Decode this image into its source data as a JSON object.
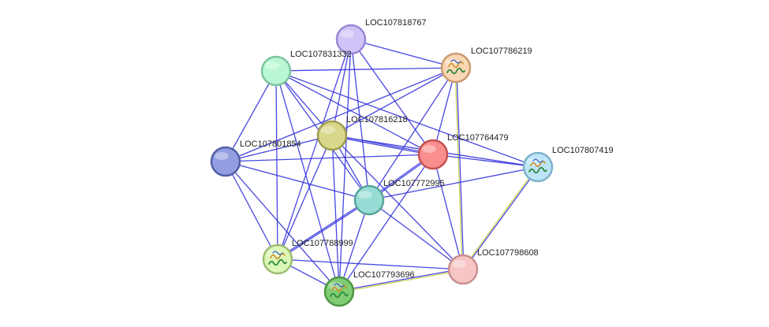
{
  "network": {
    "nodes": [
      {
        "id": "n818767",
        "label": "LOC107818767",
        "fill": "#cfc3f7",
        "stroke": "#9a87d6",
        "icon": "none"
      },
      {
        "id": "n831",
        "label": "LOC107831332",
        "fill": "#b9f7d4",
        "stroke": "#7dc49c",
        "icon": "none"
      },
      {
        "id": "n786219",
        "label": "LOC107786219",
        "fill": "#f9d6b4",
        "stroke": "#c99b6f",
        "icon": "protein-structure-icon"
      },
      {
        "id": "n816218",
        "label": "LOC107816218",
        "fill": "#d8d78a",
        "stroke": "#9e9c50",
        "icon": "none"
      },
      {
        "id": "n801854",
        "label": "LOC107801854",
        "fill": "#939ee0",
        "stroke": "#525fa6",
        "icon": "none"
      },
      {
        "id": "n764479",
        "label": "LOC107764479",
        "fill": "#f98e8e",
        "stroke": "#c45050",
        "icon": "none"
      },
      {
        "id": "n807419",
        "label": "LOC107807419",
        "fill": "#bde5f7",
        "stroke": "#7fb1cb",
        "icon": "protein-structure-icon"
      },
      {
        "id": "n772995",
        "label": "LOC107772995",
        "fill": "#97ddd5",
        "stroke": "#5aa59b",
        "icon": "none"
      },
      {
        "id": "n788999",
        "label": "LOC107788999",
        "fill": "#dcf7b8",
        "stroke": "#9dbd73",
        "icon": "protein-structure-icon"
      },
      {
        "id": "n798608",
        "label": "LOC107798608",
        "fill": "#f7c5c5",
        "stroke": "#c98f8f",
        "icon": "none"
      },
      {
        "id": "n793696",
        "label": "LOC107793696",
        "fill": "#7fcc72",
        "stroke": "#4f9644",
        "icon": "protein-structure-icon"
      }
    ],
    "edges": [
      {
        "from": "n818767",
        "to": "n786219",
        "colors": [
          "#3333dd"
        ]
      },
      {
        "from": "n818767",
        "to": "n816218",
        "colors": [
          "#3333dd"
        ]
      },
      {
        "from": "n818767",
        "to": "n772995",
        "colors": [
          "#3333dd"
        ]
      },
      {
        "from": "n818767",
        "to": "n788999",
        "colors": [
          "#3333dd"
        ]
      },
      {
        "from": "n818767",
        "to": "n793696",
        "colors": [
          "#3333dd"
        ]
      },
      {
        "from": "n818767",
        "to": "n764479",
        "colors": [
          "#3333dd"
        ]
      },
      {
        "from": "n831",
        "to": "n786219",
        "colors": [
          "#3333dd"
        ]
      },
      {
        "from": "n831",
        "to": "n816218",
        "colors": [
          "#3333dd"
        ]
      },
      {
        "from": "n831",
        "to": "n801854",
        "colors": [
          "#3333dd"
        ]
      },
      {
        "from": "n831",
        "to": "n764479",
        "colors": [
          "#3333dd"
        ]
      },
      {
        "from": "n831",
        "to": "n772995",
        "colors": [
          "#3333dd"
        ]
      },
      {
        "from": "n831",
        "to": "n788999",
        "colors": [
          "#3333dd"
        ]
      },
      {
        "from": "n831",
        "to": "n793696",
        "colors": [
          "#3333dd"
        ]
      },
      {
        "from": "n831",
        "to": "n807419",
        "colors": [
          "#3333dd"
        ]
      },
      {
        "from": "n786219",
        "to": "n816218",
        "colors": [
          "#3333dd"
        ]
      },
      {
        "from": "n786219",
        "to": "n801854",
        "colors": [
          "#3333dd"
        ]
      },
      {
        "from": "n786219",
        "to": "n764479",
        "colors": [
          "#3333dd"
        ]
      },
      {
        "from": "n786219",
        "to": "n772995",
        "colors": [
          "#3333dd"
        ]
      },
      {
        "from": "n786219",
        "to": "n798608",
        "colors": [
          "#3333dd",
          "#c8d23c"
        ]
      },
      {
        "from": "n816218",
        "to": "n801854",
        "colors": [
          "#3333dd"
        ]
      },
      {
        "from": "n816218",
        "to": "n764479",
        "colors": [
          "#3333dd",
          "#3333dd"
        ]
      },
      {
        "from": "n816218",
        "to": "n807419",
        "colors": [
          "#3333dd"
        ]
      },
      {
        "from": "n816218",
        "to": "n772995",
        "colors": [
          "#3333dd"
        ]
      },
      {
        "from": "n816218",
        "to": "n788999",
        "colors": [
          "#3333dd"
        ]
      },
      {
        "from": "n816218",
        "to": "n793696",
        "colors": [
          "#3333dd"
        ]
      },
      {
        "from": "n816218",
        "to": "n798608",
        "colors": [
          "#3333dd"
        ]
      },
      {
        "from": "n801854",
        "to": "n764479",
        "colors": [
          "#3333dd"
        ]
      },
      {
        "from": "n801854",
        "to": "n772995",
        "colors": [
          "#3333dd"
        ]
      },
      {
        "from": "n801854",
        "to": "n788999",
        "colors": [
          "#3333dd"
        ]
      },
      {
        "from": "n801854",
        "to": "n793696",
        "colors": [
          "#3333dd"
        ]
      },
      {
        "from": "n764479",
        "to": "n807419",
        "colors": [
          "#3333dd"
        ]
      },
      {
        "from": "n764479",
        "to": "n772995",
        "colors": [
          "#3333dd",
          "#3333dd"
        ]
      },
      {
        "from": "n764479",
        "to": "n793696",
        "colors": [
          "#3333dd"
        ]
      },
      {
        "from": "n764479",
        "to": "n798608",
        "colors": [
          "#3333dd"
        ]
      },
      {
        "from": "n807419",
        "to": "n772995",
        "colors": [
          "#3333dd"
        ]
      },
      {
        "from": "n807419",
        "to": "n798608",
        "colors": [
          "#3333dd",
          "#c8d23c"
        ]
      },
      {
        "from": "n772995",
        "to": "n788999",
        "colors": [
          "#3333dd",
          "#3333dd"
        ]
      },
      {
        "from": "n772995",
        "to": "n793696",
        "colors": [
          "#3333dd"
        ]
      },
      {
        "from": "n772995",
        "to": "n798608",
        "colors": [
          "#3333dd"
        ]
      },
      {
        "from": "n788999",
        "to": "n793696",
        "colors": [
          "#3333dd"
        ]
      },
      {
        "from": "n788999",
        "to": "n798608",
        "colors": [
          "#3333dd"
        ]
      },
      {
        "from": "n793696",
        "to": "n798608",
        "colors": [
          "#3333dd",
          "#c8d23c"
        ]
      }
    ]
  }
}
